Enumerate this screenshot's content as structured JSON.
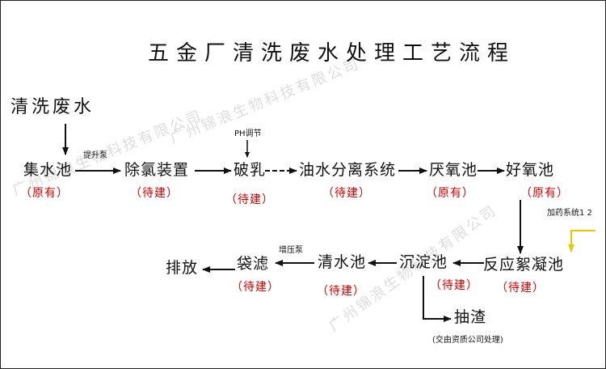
{
  "title": "五金厂清洗废水处理工艺流程",
  "source_label": "清洗废水",
  "nodes": {
    "collect": {
      "label": "集水池",
      "status": "（原有）"
    },
    "dechlor": {
      "label": "除氯装置",
      "status": "（待建）"
    },
    "breaking": {
      "label": "破乳",
      "status": "（待建）"
    },
    "oilsep": {
      "label": "油水分离系统",
      "status": "（待建）"
    },
    "anaerobic": {
      "label": "厌氧池",
      "status": "（原有）"
    },
    "aerobic": {
      "label": "好氧池",
      "status": "（原有）"
    },
    "floc": {
      "label": "反应絮凝池",
      "status": "（待建）"
    },
    "settle": {
      "label": "沉淀池",
      "status": "（待建）"
    },
    "clear": {
      "label": "清水池",
      "status": "（待建）"
    },
    "bag": {
      "label": "袋滤",
      "status": "（待建）"
    },
    "discharge": {
      "label": "排放"
    },
    "sludge": {
      "label": "抽渣",
      "note": "(交由资质公司处理)"
    }
  },
  "arrow_labels": {
    "lift_pump": "提升泵",
    "ph_adjust": "PH调节",
    "dosing": "加药系统1 2",
    "booster_pump": "增压泵"
  },
  "watermarks": [
    "广州锦浪生物科技有限公司",
    "广州锦浪生物科技有限公司",
    "广州锦浪生物科技有限公司"
  ],
  "colors": {
    "status": "#d40000",
    "dosing_line": "#e6c800",
    "line": "#111111"
  }
}
